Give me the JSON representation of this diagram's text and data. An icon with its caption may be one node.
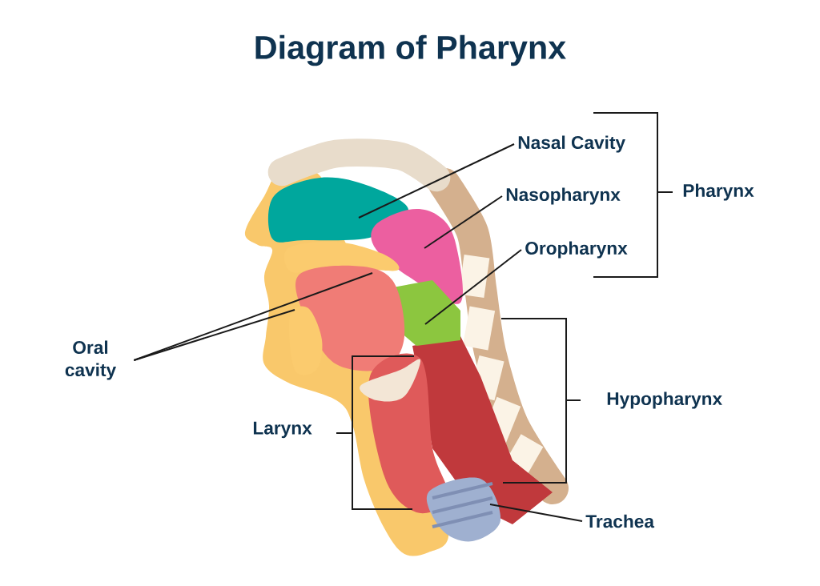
{
  "diagram": {
    "title": "Diagram of Pharynx",
    "nodes": [
      {
        "text": [
          "Nasal Cavity"
        ]
      },
      {
        "text": [
          "Nasopharynx"
        ]
      },
      {
        "text": [
          "Oropharynx"
        ]
      },
      {
        "text": [
          "Oral cavity"
        ]
      },
      {
        "text": [
          "Trachea"
        ]
      }
    ],
    "edges": [
      {
        "from": 0,
        "to": null,
        "arrow": "none"
      },
      {
        "from": 1,
        "to": null,
        "arrow": "none"
      },
      {
        "from": 2,
        "to": null,
        "arrow": "none"
      },
      {
        "from": 3,
        "to": null,
        "arrow": "none"
      },
      {
        "from": 3,
        "to": null,
        "arrow": "none"
      },
      {
        "from": 4,
        "to": null,
        "arrow": "none"
      }
    ],
    "labels": [
      "Pharynx",
      "Hypopharynx",
      "Larynx"
    ]
  }
}
